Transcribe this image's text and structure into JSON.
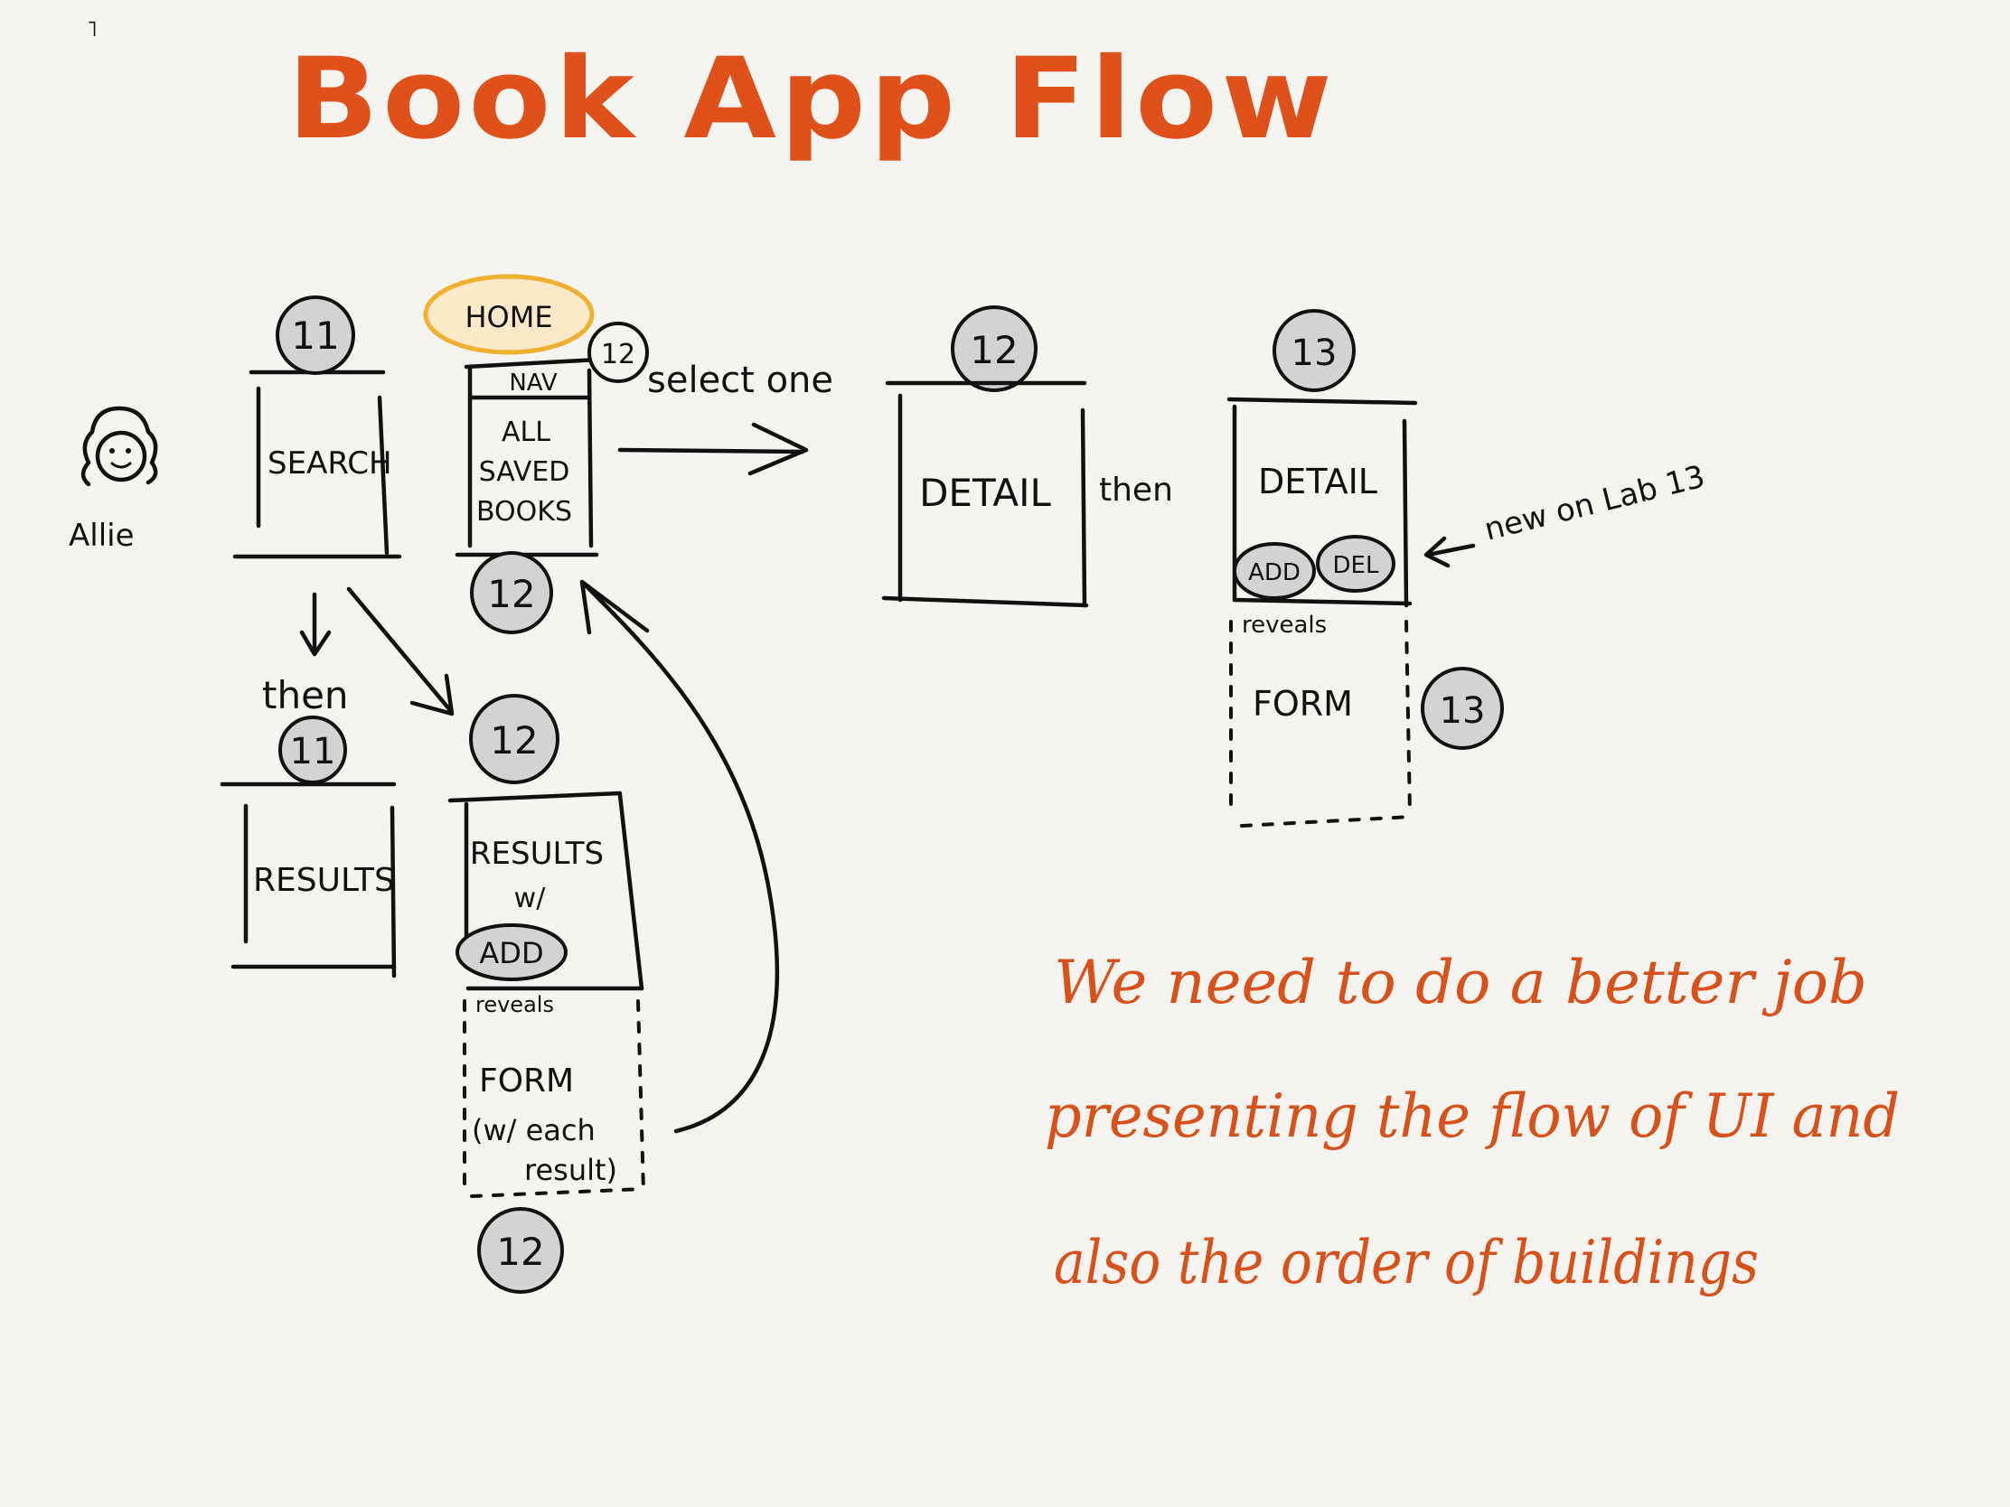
{
  "title": "Book App Flow",
  "person": {
    "name": "Allie"
  },
  "home_label": "HOME",
  "screens": {
    "search": {
      "label": "SEARCH",
      "badge": "11"
    },
    "results_simple": {
      "label": "RESULTS",
      "badge": "11"
    },
    "home": {
      "nav": "NAV",
      "line1": "ALL",
      "line2": "SAVED",
      "line3": "BOOKS",
      "badge_top": "12",
      "badge_bottom": "12"
    },
    "results_add": {
      "line1": "RESULTS",
      "line2": "w/",
      "add_button": "ADD",
      "badge": "12"
    },
    "form_results": {
      "reveals": "reveals",
      "line1": "FORM",
      "line2": "(w/ each",
      "line3": "result)",
      "badge": "12"
    },
    "detail": {
      "label": "DETAIL",
      "badge": "12"
    },
    "detail_13": {
      "label": "DETAIL",
      "add_button": "ADD",
      "del_button": "DEL",
      "badge": "13"
    },
    "form_13": {
      "reveals": "reveals",
      "label": "FORM",
      "badge": "13"
    }
  },
  "connectors": {
    "then_search": "then",
    "select_one": "select one",
    "then_detail": "then",
    "new_on_lab": "new on Lab 13"
  },
  "note": {
    "line1": "We need to do a better job",
    "line2": "presenting the flow of UI and",
    "line3": "also the order of buildings"
  },
  "colors": {
    "accent": "#e0501a",
    "ink": "#111111",
    "home_ring": "#f0b030",
    "home_fill": "#fbe9c8",
    "badge_fill": "#d3d3d3",
    "background": "#f6f4f0"
  }
}
